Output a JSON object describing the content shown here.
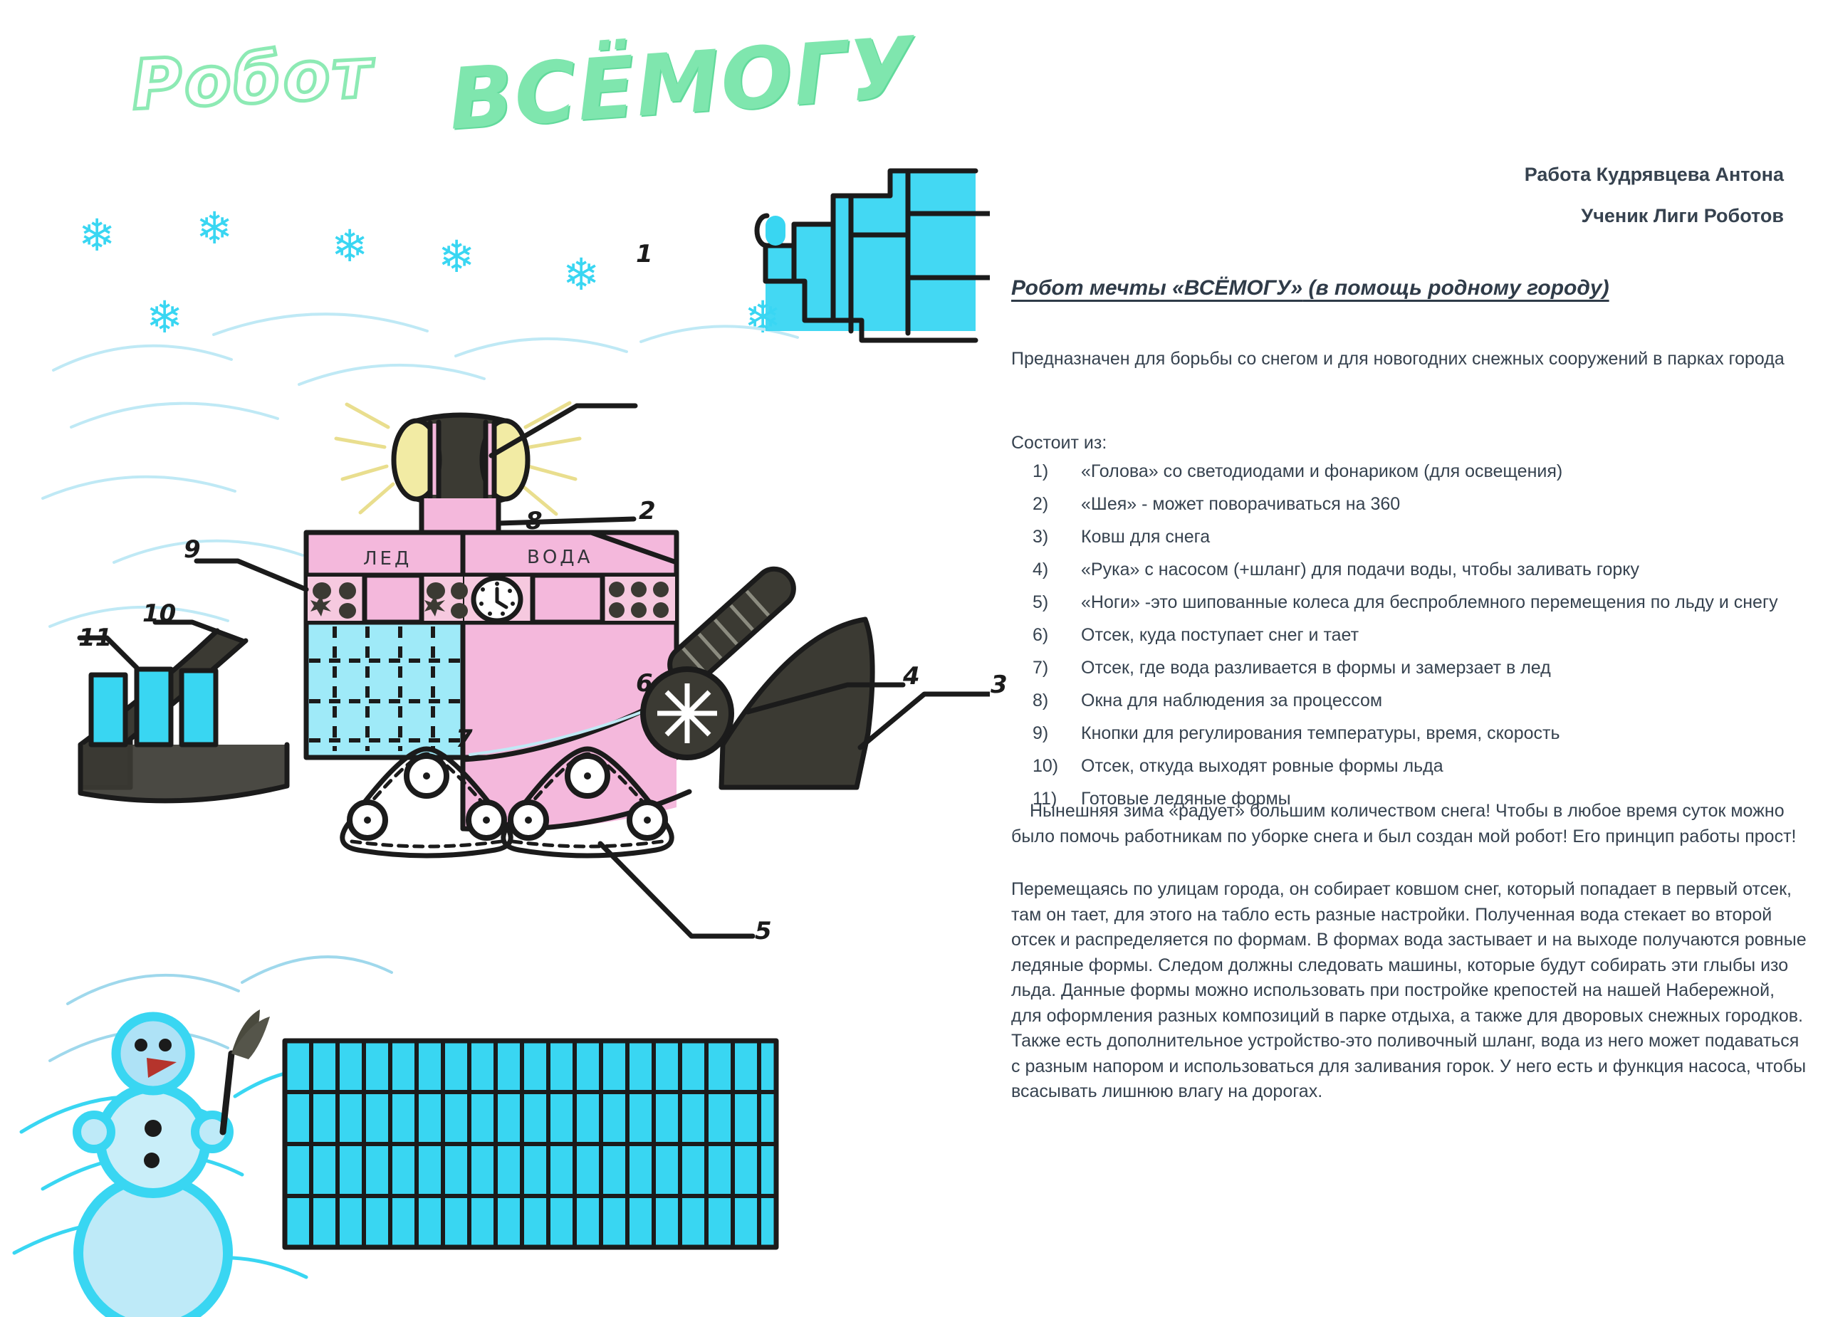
{
  "drawing": {
    "title_part1": "Робот",
    "title_part2": "ВСЁМОГУ",
    "panel_labels": {
      "ice": "ЛЕД",
      "water": "ВОДА"
    },
    "callouts": [
      {
        "id": "1",
        "label": "1"
      },
      {
        "id": "2",
        "label": "2"
      },
      {
        "id": "3",
        "label": "3"
      },
      {
        "id": "4",
        "label": "4"
      },
      {
        "id": "5",
        "label": "5"
      },
      {
        "id": "6",
        "label": "6"
      },
      {
        "id": "7",
        "label": "7"
      },
      {
        "id": "8",
        "label": "8"
      },
      {
        "id": "9",
        "label": "9"
      },
      {
        "id": "10",
        "label": "10"
      },
      {
        "id": "11",
        "label": "11"
      }
    ],
    "colors": {
      "marker_green": "#7FE6AE",
      "marker_cyan": "#39D6F2",
      "body_pink": "#F4B8DC",
      "ink_black": "#1b1b1b",
      "light_yellow": "#F2EBA4",
      "carrot_red": "#B5342C"
    }
  },
  "document": {
    "credit_author": "Работа Кудрявцева Антона",
    "credit_school": "Ученик Лиги Роботов",
    "title_main": "Робот мечты «ВСЁМОГУ»",
    "title_sub": " (в помощь родному городу)",
    "purpose": "Предназначен для борьбы со снегом и для новогодних снежных сооружений в парках города",
    "consists_label": "Состоит из:",
    "parts": [
      {
        "num": "1)",
        "text": "«Голова» со светодиодами и фонариком (для освещения)"
      },
      {
        "num": "2)",
        "text": "«Шея» - может поворачиваться на 360"
      },
      {
        "num": "3)",
        "text": "Ковш для снега"
      },
      {
        "num": "4)",
        "text": "«Рука» с насосом (+шланг) для подачи воды, чтобы заливать горку"
      },
      {
        "num": "5)",
        "text": "«Ноги» -это шипованные колеса для беспроблемного перемещения по льду и снегу"
      },
      {
        "num": "6)",
        "text": "Отсек, куда поступает снег и тает"
      },
      {
        "num": "7)",
        "text": "Отсек, где вода разливается в формы и замерзает в лед"
      },
      {
        "num": "8)",
        "text": "Окна для наблюдения за процессом"
      },
      {
        "num": "9)",
        "text": "Кнопки для регулирования температуры, время, скорость"
      },
      {
        "num": "10)",
        "text": "Отсек, откуда выходят ровные формы льда"
      },
      {
        "num": "11)",
        "text": "Готовые ледяные формы"
      }
    ],
    "paragraph_1": "Нынешняя зима «радует» большим количеством снега! Чтобы в любое время суток можно было помочь работникам по уборке снега и был создан мой робот! Его принцип работы прост!",
    "paragraph_2": "Перемещаясь по улицам города, он собирает ковшом снег, который попадает в первый отсек, там он тает, для этого на табло есть разные настройки.  Полученная вода стекает во второй отсек и распределяется по формам. В формах вода застывает и на выходе получаются ровные ледяные формы. Следом должны следовать машины, которые будут собирать эти глыбы изо льда. Данные формы можно использовать при постройке крепостей на нашей Набережной, для оформления разных композиций в парке отдыха, а также для дворовых снежных городков.  Также есть дополнительное устройство-это поливочный шланг, вода из него может подаваться с разным напором и использоваться для заливания горок. У него есть и функция насоса, чтобы всасывать лишнюю влагу на дорогах."
  }
}
